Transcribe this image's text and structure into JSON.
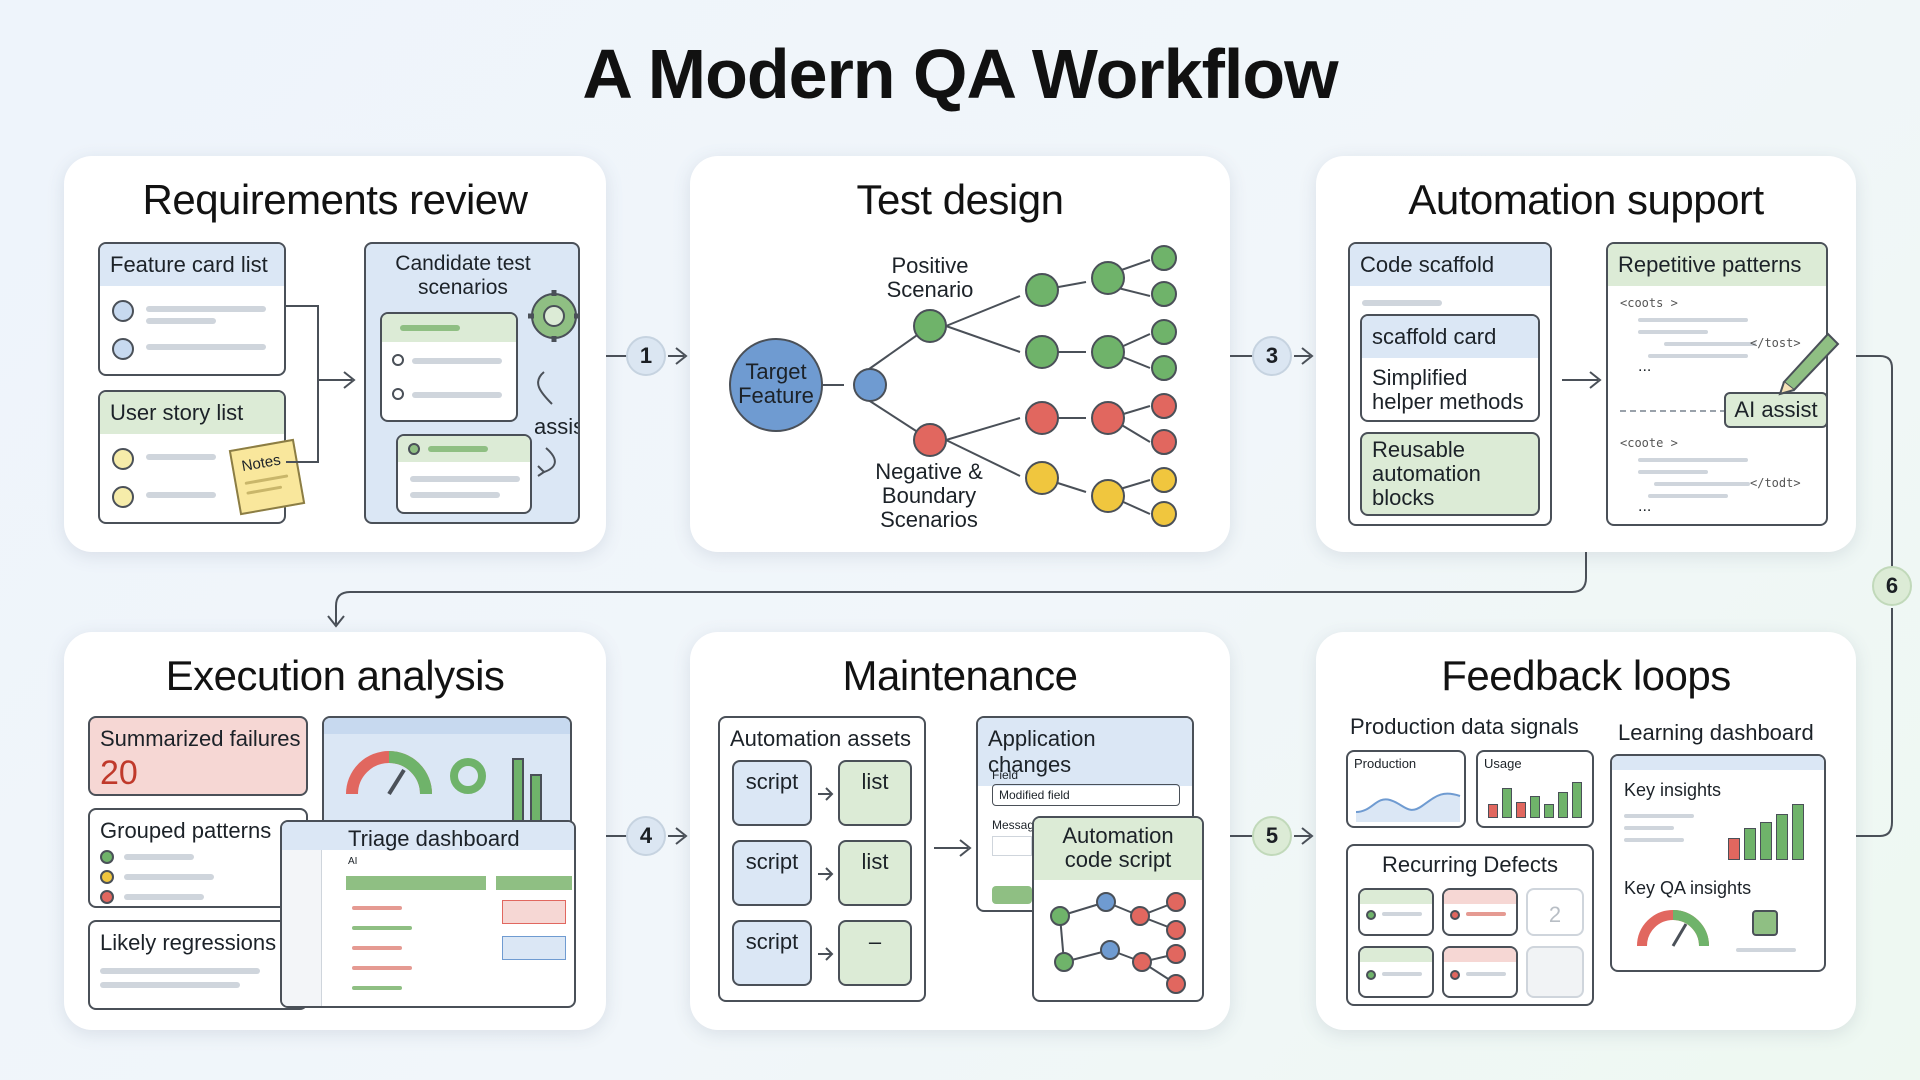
{
  "title": "A Modern QA Workflow",
  "panels": {
    "requirements": {
      "title": "Requirements review",
      "feature_card_list": "Feature card list",
      "user_story_list": "User story list",
      "notes": "Notes",
      "candidate_scenarios": "Candidate test scenarios",
      "assist": "assist"
    },
    "test_design": {
      "title": "Test design",
      "target": "Target Feature",
      "positive": "Positive Scenario",
      "negative": "Negative & Boundary Scenarios"
    },
    "automation": {
      "title": "Automation support",
      "code_scaffold": "Code scaffold",
      "scaffold_card": "scaffold card",
      "helper": "Simplified helper methods",
      "reusable": "Reusable automation blocks",
      "repetitive": "Repetitive patterns",
      "code1": "<coots >",
      "code2": "</tost>",
      "code3": "<coote >",
      "code4": "</todt>",
      "ellipsis": "...",
      "ai_assist": "AI assist"
    },
    "execution": {
      "title": "Execution analysis",
      "summarized": "Summarized failures",
      "count": "20",
      "grouped": "Grouped patterns",
      "triage": "Triage dashboard",
      "ai": "AI",
      "likely": "Likely regressions"
    },
    "maintenance": {
      "title": "Maintenance",
      "assets": "Automation assets",
      "script": "script",
      "list": "list",
      "dash": "–",
      "app_changes": "Application changes",
      "field": "Field",
      "modified": "Modified field",
      "message": "Message",
      "code_script": "Automation code script"
    },
    "feedback": {
      "title": "Feedback loops",
      "signals": "Production data signals",
      "production": "Production",
      "usage": "Usage",
      "learning": "Learning dashboard",
      "key_insights": "Key insights",
      "key_qa": "Key QA insights",
      "recurring": "Recurring Defects",
      "two": "2"
    }
  },
  "steps": [
    "1",
    "3",
    "4",
    "5",
    "6"
  ],
  "colors": {
    "blue": "#6f9bd1",
    "green": "#6fb36a",
    "red": "#e1675f",
    "yellow": "#f0c63e"
  }
}
